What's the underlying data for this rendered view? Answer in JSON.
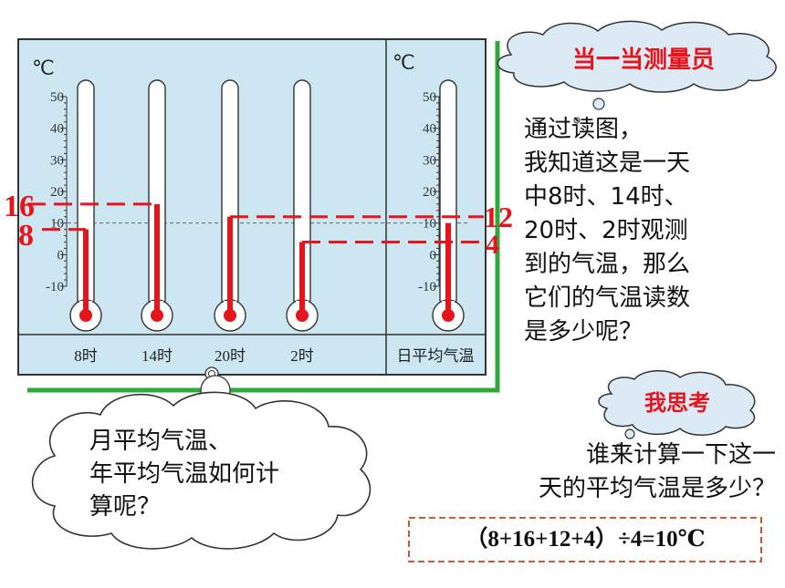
{
  "unit_label": "℃",
  "scale_ticks": [
    "50",
    "40",
    "30",
    "20",
    "10",
    "0",
    "-10"
  ],
  "scale_range": [
    -10,
    50
  ],
  "thermometers": [
    {
      "label": "8时",
      "reading": 8
    },
    {
      "label": "14时",
      "reading": 16
    },
    {
      "label": "20时",
      "reading": 12
    },
    {
      "label": "2时",
      "reading": 4
    }
  ],
  "average_thermometer": {
    "label": "日平均气温",
    "reading": 10
  },
  "reading_labels": {
    "t8": "8",
    "t14": "16",
    "t20": "12",
    "t2": "4"
  },
  "bubbles": {
    "measure": "当一当测量员",
    "think": "我思考"
  },
  "question1": "通过读图，\n我知道这是一天\n中8时、14时、\n20时、2时观测\n到的气温，那么\n它们的气温读数\n是多少呢？",
  "question2": "谁来计算一下这一\n天的平均气温是多少？",
  "cloud_text": "    月平均气温、\n年平均气温如何计\n算呢？",
  "formula": "（8+16+12+4）÷4=10℃",
  "colors": {
    "panel": "#cce7f1",
    "red": "#e8141c",
    "green": "#2eaa3a",
    "bubble": "#dbeaf4"
  }
}
